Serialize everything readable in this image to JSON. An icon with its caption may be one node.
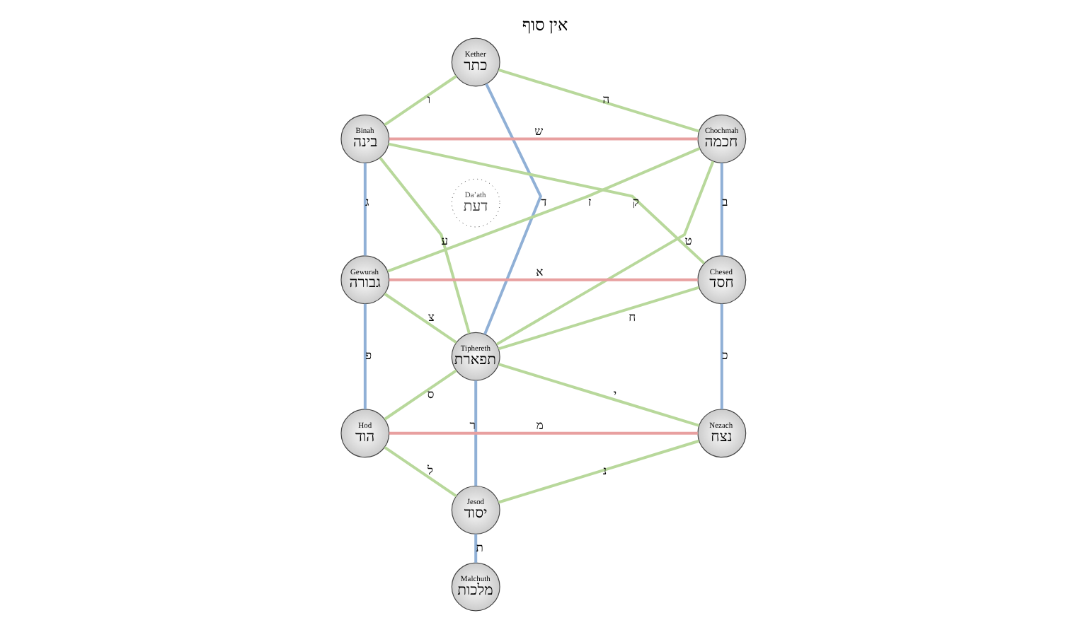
{
  "diagram": {
    "title": "אין סוף",
    "nodes": [
      {
        "text": [
          "Kether",
          "כתר"
        ]
      },
      {
        "text": [
          "Binah",
          "בינה"
        ]
      },
      {
        "text": [
          "Chochmah",
          "חכמה"
        ]
      },
      {
        "text": [
          "Da’ath",
          "דעת"
        ]
      },
      {
        "text": [
          "Gewurah",
          "גבורה"
        ]
      },
      {
        "text": [
          "Chesed",
          "חסד"
        ]
      },
      {
        "text": [
          "Tiphereth",
          "תפארת"
        ]
      },
      {
        "text": [
          "Hod",
          "הוד"
        ]
      },
      {
        "text": [
          "Nezach",
          "נצח"
        ]
      },
      {
        "text": [
          "Jesod",
          "יסוד"
        ]
      },
      {
        "text": [
          "Malchuth",
          "מלכות"
        ]
      }
    ],
    "edges": [
      {
        "from": 0,
        "to": 1,
        "arrow": "none",
        "label": "ו"
      },
      {
        "from": 0,
        "to": 2,
        "arrow": "none",
        "label": "ה"
      },
      {
        "from": 1,
        "to": 2,
        "arrow": "none",
        "label": "ש",
        "color": "#e8a0a0"
      },
      {
        "from": 0,
        "to": 6,
        "arrow": "none",
        "label": "ד",
        "color": "#90b0d6"
      },
      {
        "from": 1,
        "to": 5,
        "arrow": "none",
        "label": "ק"
      },
      {
        "from": 1,
        "to": 6,
        "arrow": "none",
        "label": "ע"
      },
      {
        "from": 2,
        "to": 4,
        "arrow": "none",
        "label": "ז"
      },
      {
        "from": 2,
        "to": 6,
        "arrow": "none",
        "label": "ט"
      },
      {
        "from": 1,
        "to": 4,
        "arrow": "none",
        "label": "ג",
        "color": "#90b0d6"
      },
      {
        "from": 2,
        "to": 5,
        "arrow": "none",
        "label": "ב",
        "color": "#90b0d6"
      },
      {
        "from": 4,
        "to": 5,
        "arrow": "none",
        "label": "א",
        "color": "#e8a0a0"
      },
      {
        "from": 4,
        "to": 6,
        "arrow": "none",
        "label": "צ"
      },
      {
        "from": 5,
        "to": 6,
        "arrow": "none",
        "label": "ח"
      },
      {
        "from": 4,
        "to": 7,
        "arrow": "none",
        "label": "פ",
        "color": "#90b0d6"
      },
      {
        "from": 5,
        "to": 8,
        "arrow": "none",
        "label": "כ",
        "color": "#90b0d6"
      },
      {
        "from": 6,
        "to": 7,
        "arrow": "none",
        "label": "ס"
      },
      {
        "from": 6,
        "to": 8,
        "arrow": "none",
        "label": "י"
      },
      {
        "from": 7,
        "to": 8,
        "arrow": "none",
        "label": "מ",
        "color": "#e8a0a0"
      },
      {
        "from": 6,
        "to": 9,
        "arrow": "none",
        "label": "ר",
        "color": "#90b0d6"
      },
      {
        "from": 7,
        "to": 9,
        "arrow": "none",
        "label": "ל"
      },
      {
        "from": 8,
        "to": 9,
        "arrow": "none",
        "label": "נ"
      },
      {
        "from": 9,
        "to": 10,
        "arrow": "none",
        "label": "ת",
        "color": "#90b0d6"
      }
    ]
  }
}
